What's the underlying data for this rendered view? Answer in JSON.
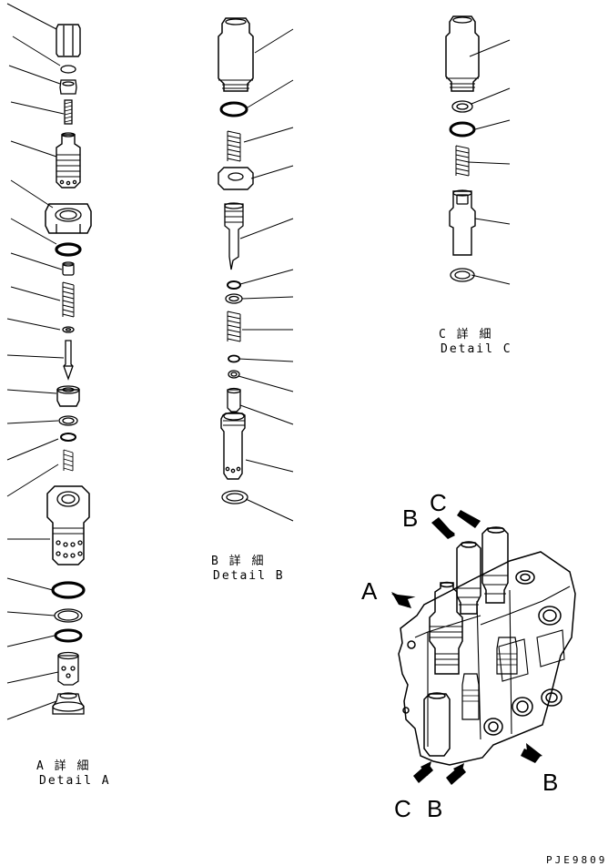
{
  "details": {
    "a": {
      "jp": "A 詳 細",
      "en": "Detail A"
    },
    "b": {
      "jp": "B 詳 細",
      "en": "Detail B"
    },
    "c": {
      "jp": "C 詳 細",
      "en": "Detail C"
    }
  },
  "view_labels": {
    "a": "A",
    "b_top": "B",
    "c_top": "C",
    "c_bottom": "C",
    "b_bottom_left": "B",
    "b_bottom_right": "B"
  },
  "drawing_code": "PJE9809"
}
